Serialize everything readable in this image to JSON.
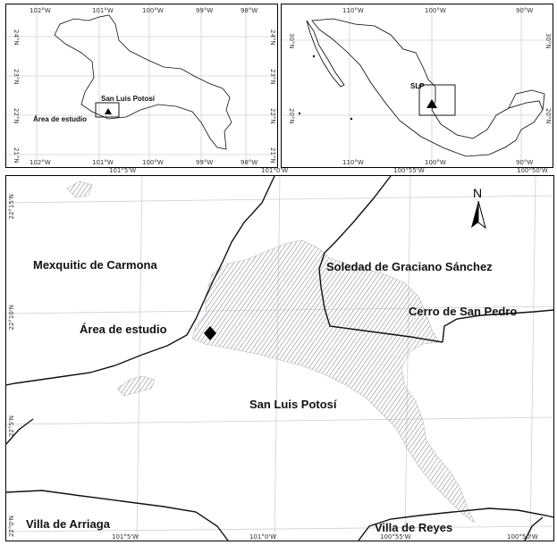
{
  "inset_state": {
    "ticks_top": [
      "102°W",
      "101°W",
      "100°W",
      "99°W",
      "98°W"
    ],
    "ticks_bottom": [
      "102°W",
      "101°W",
      "100°W",
      "99°W",
      "98°W"
    ],
    "ticks_left": [
      "24°N",
      "23°N",
      "22°N",
      "21°N"
    ],
    "ticks_right": [
      "24°N",
      "23°N",
      "22°N",
      "21°N"
    ],
    "city_label": "San Luis Potosí",
    "study_label": "Área de estudio"
  },
  "inset_country": {
    "ticks_top": [
      "110°W",
      "100°W",
      "90°W"
    ],
    "ticks_bottom": [
      "110°W",
      "100°W",
      "90°W"
    ],
    "ticks_left": [
      "30°N",
      "20°N"
    ],
    "ticks_right": [
      "30°N",
      "20°N"
    ],
    "state_label": "SLP"
  },
  "main_map": {
    "ticks_top": [
      "101°5'W",
      "101°0'W",
      "100°55'W",
      "100°50'W"
    ],
    "ticks_bottom": [
      "101°5'W",
      "101°0'W",
      "100°55'W",
      "100°50'W"
    ],
    "ticks_left": [
      "22°15'N",
      "22°10'N",
      "22°5'N",
      "22°0'N"
    ],
    "north_label": "N",
    "study_label": "Área de estudio",
    "municipalities": [
      "Mexquitic de Carmona",
      "Soledad de Graciano Sánchez",
      "Cerro de San Pedro",
      "San Luis Potosí",
      "Villa de Arriaga",
      "Villa de Reyes"
    ],
    "urban_hatch_color": "#9a9aa6"
  }
}
